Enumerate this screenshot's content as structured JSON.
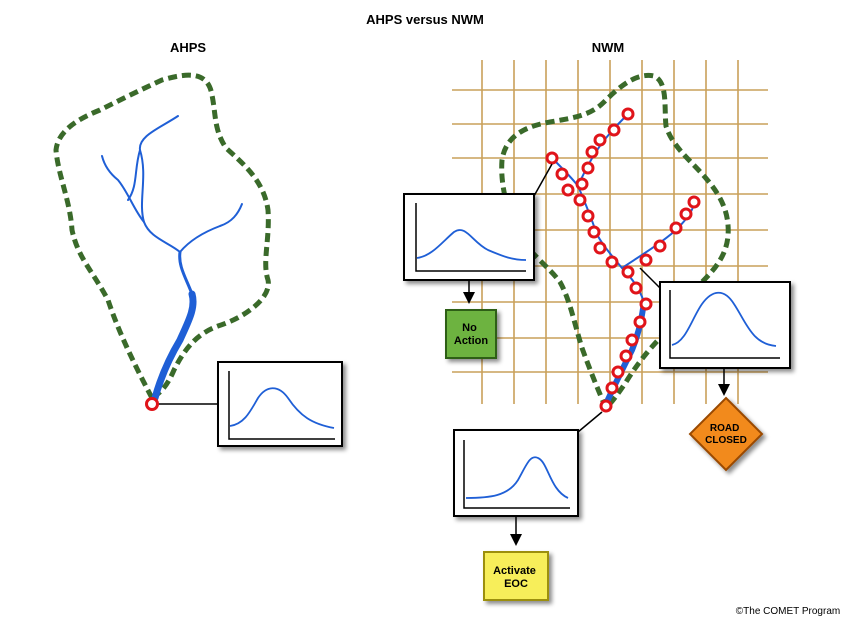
{
  "title": "AHPS versus NWM",
  "panels": {
    "left_title": "AHPS",
    "right_title": "NWM"
  },
  "actions": {
    "no_action": [
      "No",
      "Action"
    ],
    "road_closed": [
      "ROAD",
      "CLOSED"
    ],
    "activate_eoc": [
      "Activate",
      "EOC"
    ]
  },
  "copyright": "©The COMET Program",
  "colors": {
    "river": "#1f5fd6",
    "basin_outline": "#3a6a2a",
    "grid": "#c9a05a",
    "gauge_point": "#e0141a",
    "no_action_fill": "#6db33f",
    "road_closed_fill": "#f28a1e",
    "activate_eoc_fill": "#f7ee5a"
  },
  "icons": {
    "gauge": "red-ring-gauge-icon",
    "hydrograph": "hydrograph-chart-icon"
  }
}
